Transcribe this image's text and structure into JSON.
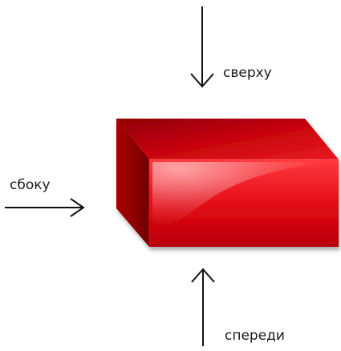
{
  "labels": {
    "top": "сверху",
    "side": "сбоку",
    "front": "спереди"
  },
  "colors": {
    "box_front": "#dd0a14",
    "box_top": "#b70309",
    "box_side": "#8f0005",
    "arrow": "#111111"
  }
}
